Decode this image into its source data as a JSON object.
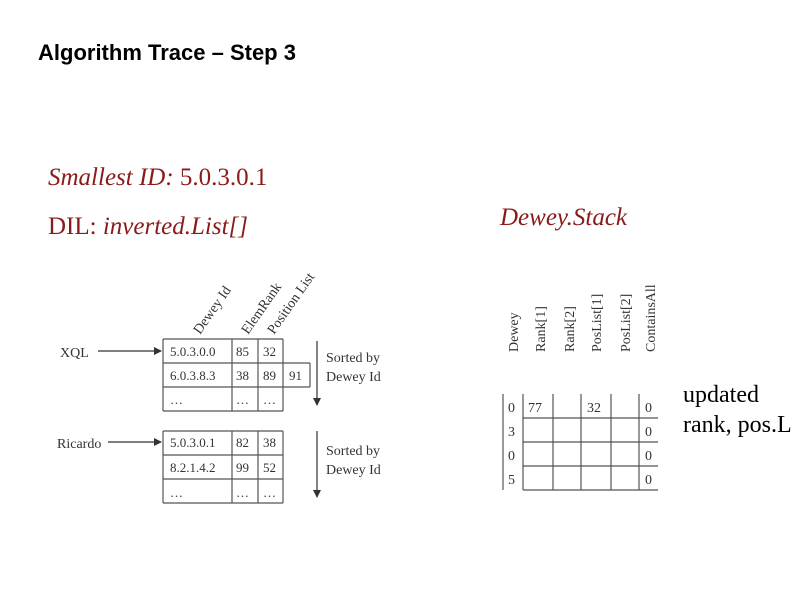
{
  "title": "Algorithm Trace – Step 3",
  "smallest": {
    "label": "Smallest ID:",
    "value": "5.0.3.0.1"
  },
  "dil": {
    "label": "DIL:",
    "value": "inverted.List[]"
  },
  "stack": {
    "title": "Dewey.Stack",
    "headers": [
      "Dewey",
      "Rank[1]",
      "Rank[2]",
      "PosList[1]",
      "PosList[2]",
      "ContainsAll"
    ],
    "rows": [
      [
        "0",
        "77",
        "",
        "32",
        "",
        "0"
      ],
      [
        "3",
        "",
        "",
        "",
        "",
        "0"
      ],
      [
        "0",
        "",
        "",
        "",
        "",
        "0"
      ],
      [
        "5",
        "",
        "",
        "",
        "",
        "0"
      ]
    ]
  },
  "note": {
    "line1": "updated",
    "line2": "rank, pos.L"
  },
  "inverted_list": {
    "headers": [
      "Dewey Id",
      "ElemRank",
      "Position List"
    ],
    "sorted_label_1": "Sorted by",
    "sorted_label_2": "Dewey Id",
    "lists": [
      {
        "keyword": "XQL",
        "rows": [
          [
            "5.0.3.0.0",
            "85",
            "32",
            ""
          ],
          [
            "6.0.3.8.3",
            "38",
            "89",
            "91"
          ],
          [
            "…",
            "…",
            "…",
            ""
          ]
        ]
      },
      {
        "keyword": "Ricardo",
        "rows": [
          [
            "5.0.3.0.1",
            "82",
            "38",
            ""
          ],
          [
            "8.2.1.4.2",
            "99",
            "52",
            ""
          ],
          [
            "…",
            "…",
            "…",
            ""
          ]
        ]
      }
    ]
  }
}
